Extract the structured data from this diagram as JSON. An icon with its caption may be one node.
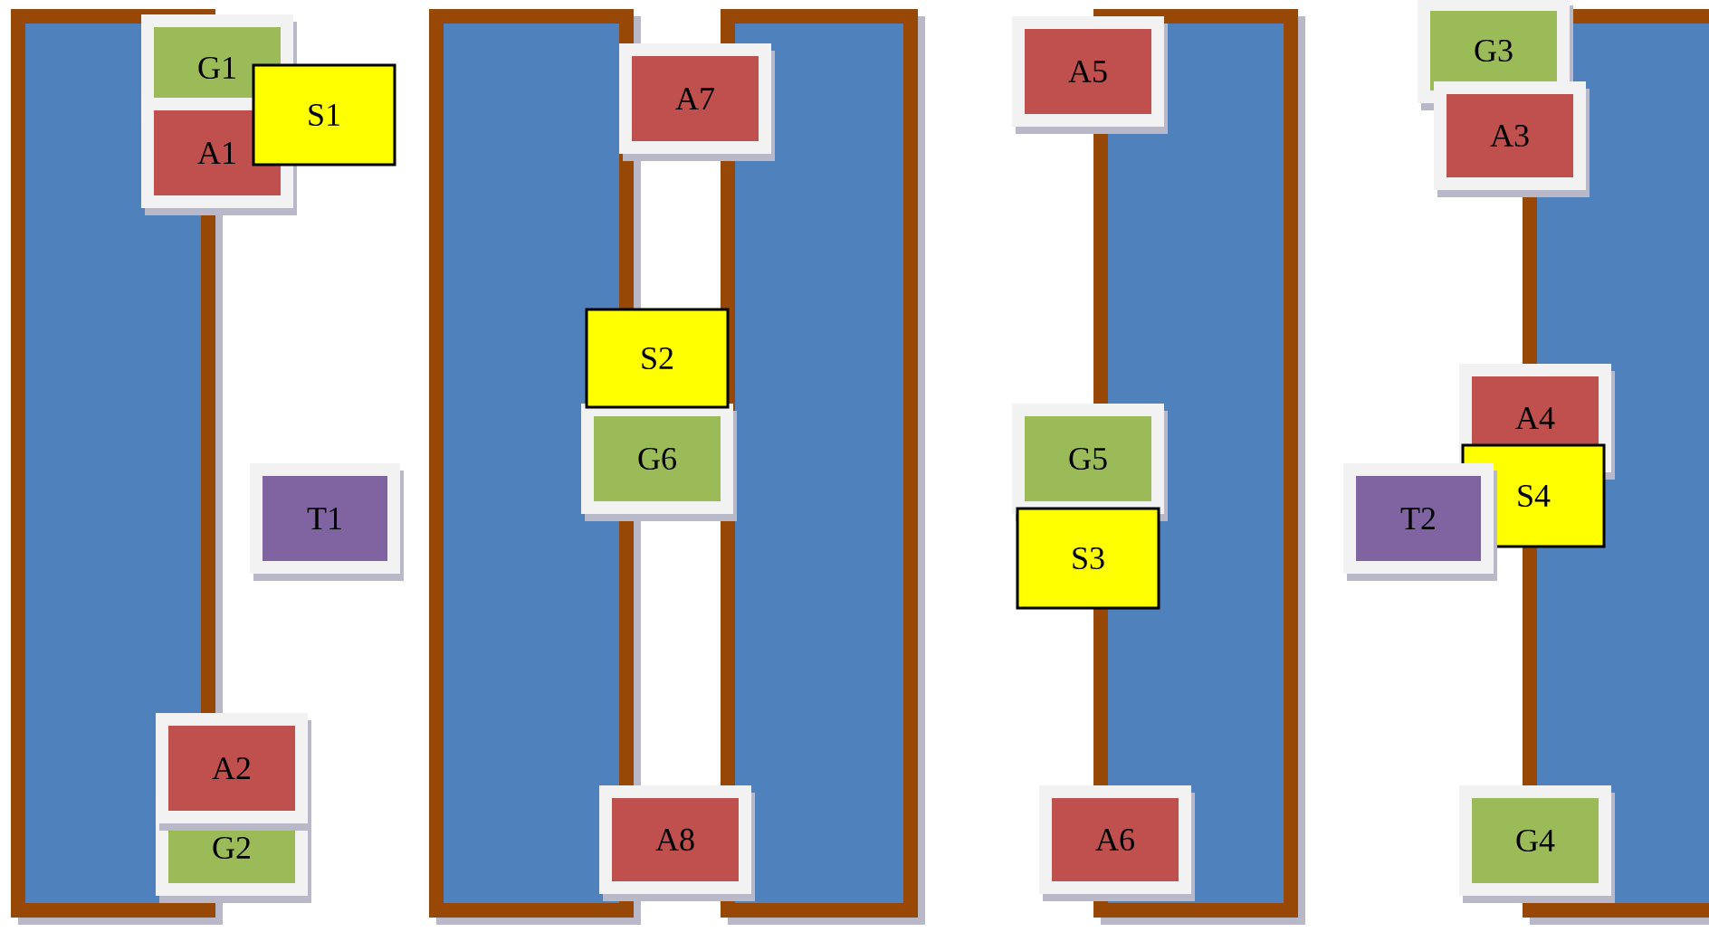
{
  "diagram": {
    "nodes": [
      {
        "text": [
          "G1"
        ]
      },
      {
        "text": [
          "A1"
        ]
      },
      {
        "text": [
          "S1"
        ]
      },
      {
        "text": [
          "T1"
        ]
      },
      {
        "text": [
          "A2"
        ]
      },
      {
        "text": [
          "G2"
        ]
      },
      {
        "text": [
          "A7"
        ]
      },
      {
        "text": [
          "S2"
        ]
      },
      {
        "text": [
          "G6"
        ]
      },
      {
        "text": [
          "A8"
        ]
      },
      {
        "text": [
          "A5"
        ]
      },
      {
        "text": [
          "G5"
        ]
      },
      {
        "text": [
          "S3"
        ]
      },
      {
        "text": [
          "A6"
        ]
      },
      {
        "text": [
          "G3"
        ]
      },
      {
        "text": [
          "A3"
        ]
      },
      {
        "text": [
          "A4"
        ]
      },
      {
        "text": [
          "S4"
        ]
      },
      {
        "text": [
          "T2"
        ]
      },
      {
        "text": [
          "G4"
        ]
      }
    ]
  }
}
